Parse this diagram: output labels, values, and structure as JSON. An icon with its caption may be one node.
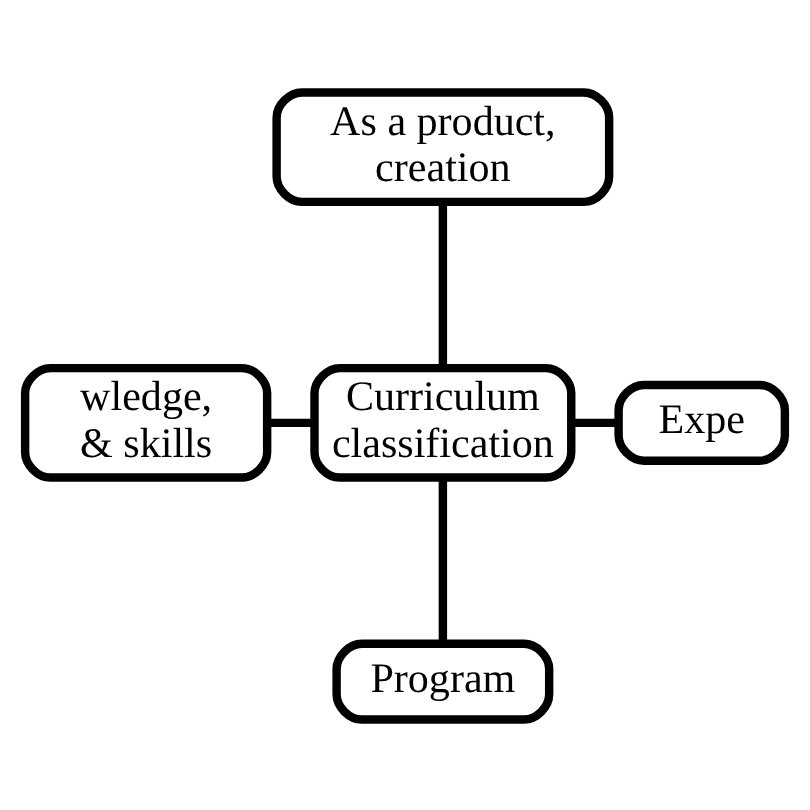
{
  "diagram": {
    "nodes": [
      {
        "text": [
          "As a product, creation"
        ]
      },
      {
        "text": [
          "wledge, & skills"
        ]
      },
      {
        "text": [
          "Curriculum classification"
        ]
      },
      {
        "text": [
          "Expe"
        ]
      },
      {
        "text": [
          "Program"
        ]
      }
    ],
    "edges": [
      {
        "from": 0,
        "to": 2,
        "arrow": "none"
      },
      {
        "from": 1,
        "to": 2,
        "arrow": "none"
      },
      {
        "from": 2,
        "to": 3,
        "arrow": "none"
      },
      {
        "from": 2,
        "to": 4,
        "arrow": "none"
      }
    ]
  }
}
